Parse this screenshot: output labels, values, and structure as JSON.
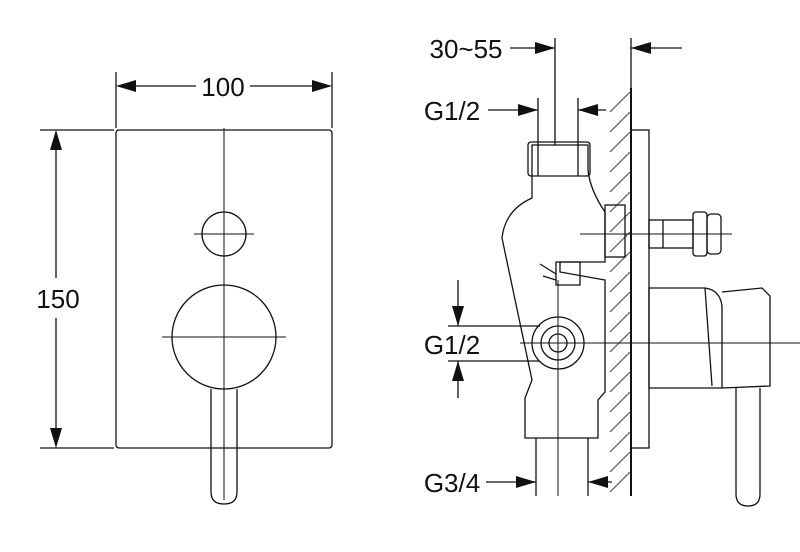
{
  "dimensions": {
    "plate_width": "100",
    "plate_height": "150",
    "wall_depth": "30~55",
    "top_inlet": "G1/2",
    "side_outlet": "G1/2",
    "bottom_outlet": "G3/4"
  },
  "colors": {
    "line": "#111111",
    "hatch": "#555555",
    "background": "#ffffff"
  }
}
